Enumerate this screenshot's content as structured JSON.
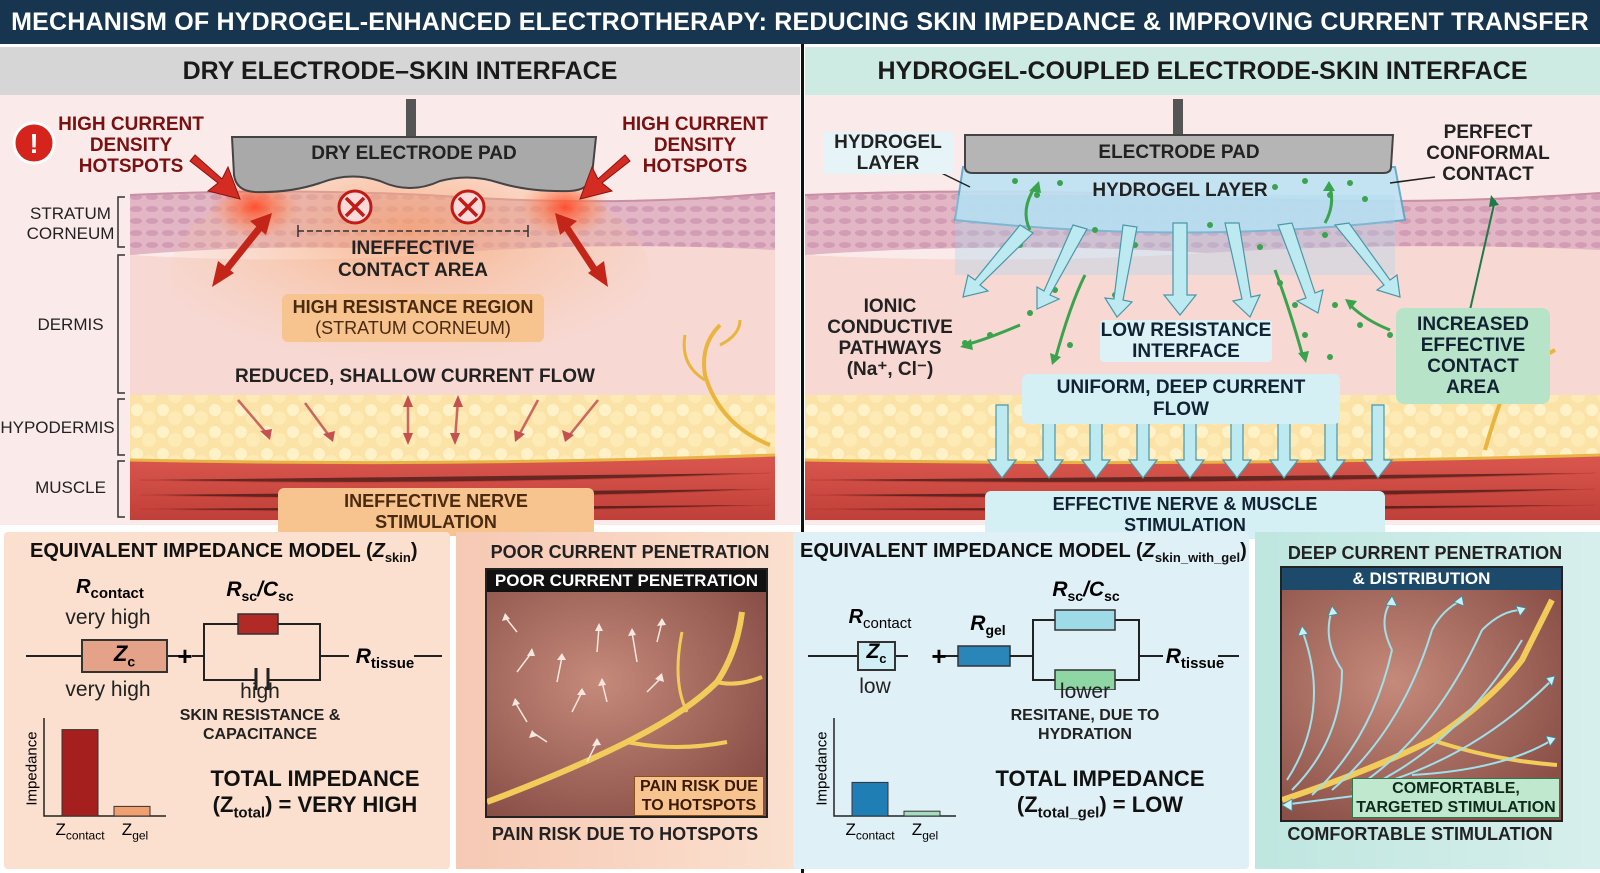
{
  "title": "MECHANISM OF HYDROGEL-ENHANCED ELECTROTHERAPY: REDUCING SKIN IMPEDANCE & IMPROVING CURRENT TRANSFER",
  "left": {
    "header": "DRY ELECTRODE–SKIN INTERFACE",
    "electrode_label": "DRY ELECTRODE PAD",
    "hotspot_left": "HIGH CURRENT DENSITY HOTSPOTS",
    "hotspot_right": "HIGH CURRENT DENSITY HOTSPOTS",
    "alert_symbol": "!",
    "layers": [
      "STRATUM CORNEUM",
      "DERMIS",
      "HYPODERMIS",
      "MUSCLE"
    ],
    "ineffective_contact": "INEFFECTIVE CONTACT AREA",
    "high_resistance": "HIGH RESISTANCE REGION",
    "high_resistance_sub": "(STRATUM CORNEUM)",
    "reduced_flow": "REDUCED, SHALLOW CURRENT FLOW",
    "ineffective_stim": "INEFFECTIVE NERVE STIMULATION",
    "model": {
      "title": "EQUIVALENT IMPEDANCE MODEL (",
      "title_var": "Z",
      "title_sub": "skin",
      "title_end": ")",
      "r_contact": "R",
      "r_contact_sub": "contact",
      "very_high_top": "very high",
      "zc": "Z",
      "zc_sub": "c",
      "very_high_bottom": "very high",
      "plus": "+",
      "rsc": "R",
      "rsc_sub": "sc",
      "slash": "/C",
      "csc_sub": "sc",
      "high": "high",
      "skin_res": "SKIN RESISTANCE & CAPACITANCE",
      "r_tissue": "R",
      "r_tissue_sub": "tissue",
      "axis_label": "Impedance",
      "bar_labels": [
        {
          "v": "Z",
          "s": "contact"
        },
        {
          "v": "Z",
          "s": "gel"
        }
      ],
      "total_line1": "TOTAL IMPEDANCE",
      "total_line2_pre": "(Z",
      "total_line2_sub": "total",
      "total_line2_post": ") = VERY HIGH"
    },
    "micro": {
      "outer_title": "POOR CURRENT PENETRATION",
      "inner_title": "POOR CURRENT PENETRATION",
      "pain_box": "PAIN RISK DUE TO HOTSPOTS",
      "bottom": "PAIN RISK DUE TO HOTSPOTS"
    }
  },
  "right": {
    "header": "HYDROGEL-COUPLED ELECTRODE-SKIN INTERFACE",
    "electrode_label": "ELECTRODE PAD",
    "hydrogel_inner": "HYDROGEL LAYER",
    "hydrogel_callout": "HYDROGEL LAYER",
    "perfect_contact": "PERFECT CONFORMAL CONTACT",
    "ionic": "IONIC CONDUCTIVE PATHWAYS",
    "ionic_ions": "(Na⁺, Cl⁻)",
    "low_res": "LOW RESISTANCE INTERFACE",
    "uniform_flow": "UNIFORM, DEEP CURRENT FLOW",
    "increased_area": "INCREASED EFFECTIVE CONTACT AREA",
    "effective_stim": "EFFECTIVE NERVE & MUSCLE STIMULATION",
    "model": {
      "title": "EQUIVALENT IMPEDANCE MODEL (",
      "title_var": "Z",
      "title_sub": "skin_with_gel",
      "title_end": ")",
      "r_contact": "R",
      "r_contact_sub": "contact",
      "zc": "Z",
      "zc_sub": "c",
      "low": "low",
      "plus": "+",
      "rgel": "R",
      "rgel_sub": "gel",
      "rsc": "R",
      "rsc_sub": "sc",
      "slash": "/C",
      "csc_sub": "sc",
      "lower": "lower",
      "resistance_note": "RESITANE, DUE TO HYDRATION",
      "r_tissue": "R",
      "r_tissue_sub": "tissue",
      "axis_label": "Impedance",
      "bar_labels": [
        {
          "v": "Z",
          "s": "contact"
        },
        {
          "v": "Z",
          "s": "gel"
        }
      ],
      "total_line1": "TOTAL IMPEDANCE",
      "total_line2_pre": "(Z",
      "total_line2_sub": "total_gel",
      "total_line2_post": ") = LOW"
    },
    "micro": {
      "outer_title": "DEEP CURRENT PENETRATION",
      "inner_title": "& DISTRIBUTION",
      "comfort_box": "COMFORTABLE, TARGETED STIMULATION",
      "bottom": "COMFORTABLE STIMULATION"
    }
  },
  "colors": {
    "title_bg": "#17354f",
    "dry_accent": "#d42c22",
    "gel_accent": "#6fc7dc",
    "ion_green": "#3aa34d"
  },
  "chart_data": [
    {
      "type": "bar",
      "categories": [
        "Z_contact",
        "Z_gel"
      ],
      "values": [
        90,
        10
      ],
      "ylabel": "Impedance"
    },
    {
      "type": "bar",
      "categories": [
        "Z_contact",
        "Z_gel"
      ],
      "values": [
        35,
        5
      ],
      "ylabel": "Impedance"
    }
  ]
}
